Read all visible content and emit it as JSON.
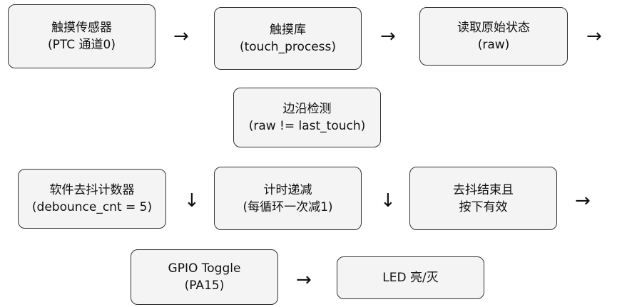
{
  "nodes": {
    "sensor": {
      "line1": "触摸传感器",
      "line2": "(PTC 通道0)"
    },
    "lib": {
      "line1": "触摸库",
      "line2": "(touch_process)"
    },
    "raw": {
      "line1": "读取原始状态",
      "line2": "(raw)"
    },
    "edge": {
      "line1": "边沿检测",
      "line2": "(raw != last_touch)"
    },
    "debounce": {
      "line1": "软件去抖计数器",
      "line2": "(debounce_cnt = 5)"
    },
    "count": {
      "line1": "计时递减",
      "line2": "(每循环一次减1)"
    },
    "valid": {
      "line1": "去抖结束且",
      "line2": "按下有效"
    },
    "gpio": {
      "line1": "GPIO Toggle",
      "line2": "(PA15)"
    },
    "led": {
      "line1": "LED 亮/灭"
    }
  },
  "arrows": {
    "right": "→",
    "down": "↓"
  }
}
